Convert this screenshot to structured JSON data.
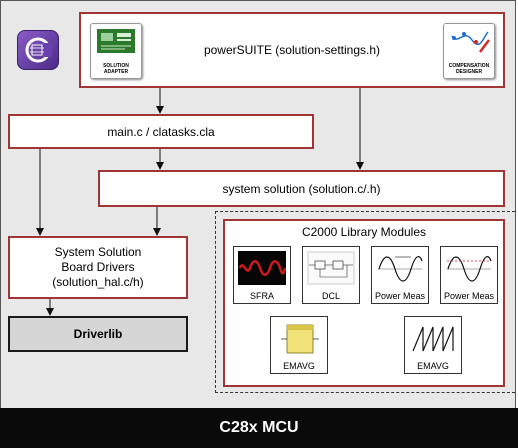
{
  "header": {
    "powersuite_label": "powerSUITE (solution-settings.h)",
    "solution_adapter_caption_1": "SOLUTION",
    "solution_adapter_caption_2": "ADAPTER",
    "compensation_caption_1": "COMPENSATION",
    "compensation_caption_2": "DESIGNER"
  },
  "main_label": "main.c / clatasks.cla",
  "system_solution_label": "system solution (solution.c/.h)",
  "drivers": {
    "line1": "System Solution",
    "line2": "Board Drivers",
    "line3": "(solution_hal.c/h)"
  },
  "driverlib_label": "Driverlib",
  "library": {
    "title": "C2000 Library Modules",
    "modules": [
      "SFRA",
      "DCL",
      "Power Meas",
      "Power Meas",
      "EMAVG",
      "EMAVG"
    ]
  },
  "mcu_label": "C28x MCU",
  "colors": {
    "box_border": "#a03535",
    "panel": "#e8e8e8",
    "mcu_bar": "#0a0a0a"
  }
}
